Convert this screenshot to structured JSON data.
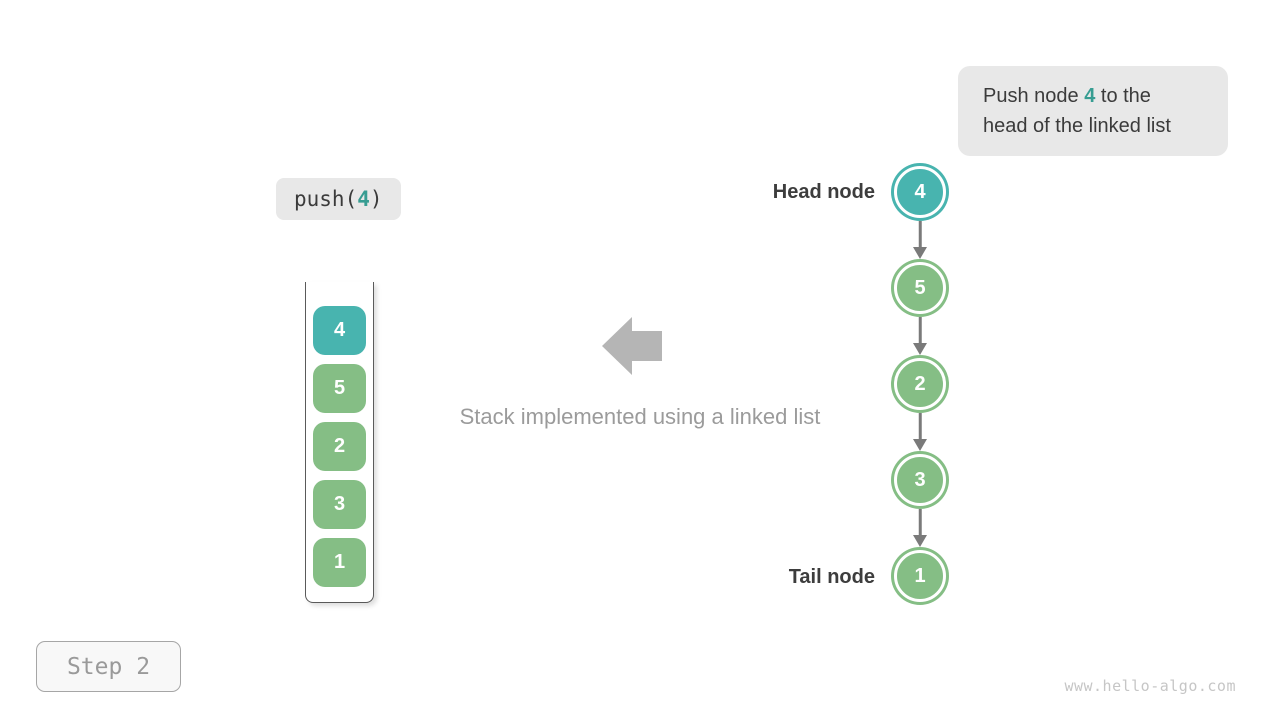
{
  "colors": {
    "teal-fill": "#48b4af",
    "green-fill": "#85be85",
    "teal-text": "#379d92",
    "dark-text": "#3b3b3b",
    "label-text": "#3d3d3d",
    "gray-text": "#9b9b9b",
    "annotation-bg": "#e8e8e8",
    "arrow-gray": "#b5b5b5",
    "connector-gray": "#7a7a7a",
    "watermark-gray": "#c6c6c6",
    "badge-text": "#9a9a9a",
    "badge-border": "#a6a6a6",
    "badge-bg": "#f8f8f8",
    "container-border": "#5a5a5a"
  },
  "annotation": {
    "part1": "Push node ",
    "value": "4",
    "part2": " to the",
    "line2": "head of the linked list"
  },
  "push_label": {
    "part1": "push(",
    "value": "4",
    "part2": ")"
  },
  "stack": {
    "items": [
      {
        "value": "4",
        "state": "new"
      },
      {
        "value": "5",
        "state": "existing"
      },
      {
        "value": "2",
        "state": "existing"
      },
      {
        "value": "3",
        "state": "existing"
      },
      {
        "value": "1",
        "state": "existing"
      }
    ]
  },
  "caption": "Stack implemented using a linked list",
  "linked_list": {
    "head_label": "Head node",
    "tail_label": "Tail node",
    "nodes": [
      {
        "value": "4",
        "state": "new"
      },
      {
        "value": "5",
        "state": "existing"
      },
      {
        "value": "2",
        "state": "existing"
      },
      {
        "value": "3",
        "state": "existing"
      },
      {
        "value": "1",
        "state": "existing"
      }
    ]
  },
  "step_badge": "Step 2",
  "watermark": "www.hello-algo.com"
}
